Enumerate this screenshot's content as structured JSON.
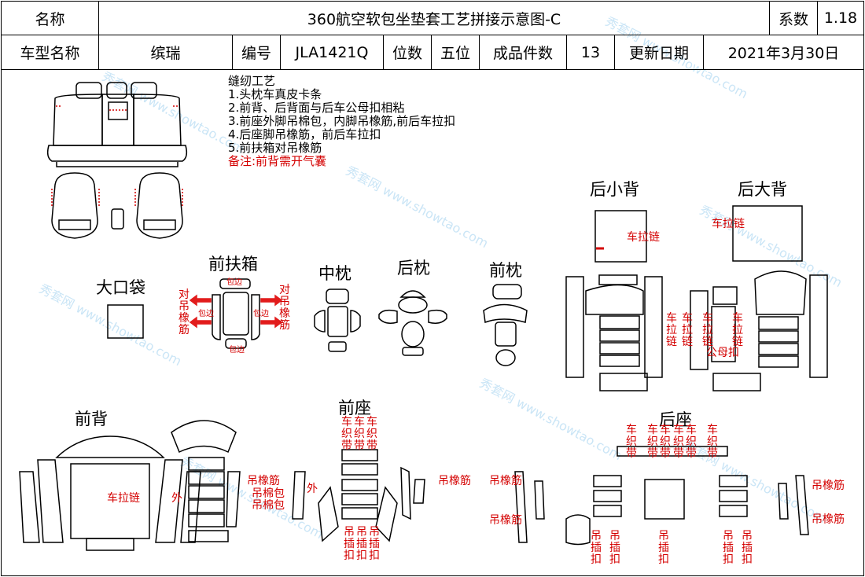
{
  "header": {
    "name_label": "名称",
    "doc_title": "360航空软包坐垫套工艺拼接示意图-C",
    "coef_label": "系数",
    "coef_value": "1.18",
    "model_label": "车型名称",
    "model_value": "缤瑞",
    "code_label": "编号",
    "code_value": "JLA1421Q",
    "seats_label": "位数",
    "seats_value": "五位",
    "pieces_label": "成品件数",
    "pieces_value": "13",
    "date_label": "更新日期",
    "date_value": "2021年3月30日"
  },
  "notes": {
    "title": "缝纫工艺",
    "items": [
      "1.头枕车真皮卡条",
      "2.前背、后背面与后车公母扣相粘",
      "3.前座外脚吊棉包，内脚吊橡筋,前后车拉扣",
      "4.后座脚吊橡筋，前后车拉扣",
      "5.前扶箱对吊橡筋"
    ],
    "remark": "备注:前背需开气囊"
  },
  "labels": {
    "big_pocket": "大口袋",
    "front_armrest": "前扶箱",
    "middle_pillow": "中枕",
    "rear_pillow": "后枕",
    "front_pillow": "前枕",
    "rear_small_back": "后小背",
    "rear_big_back": "后大背",
    "front_back": "前背",
    "front_seat": "前座",
    "rear_seat": "后座"
  },
  "annotations": {
    "dui_diao_xiangjin": "对吊橡筋",
    "bao_bian": "包边",
    "che_la_lian": "车拉链",
    "che_zhi_dai": "车织带",
    "wai": "外",
    "diao_xiangjin": "吊橡筋",
    "diao_mian_bao": "吊棉包",
    "diao_cha_kou": "吊插扣",
    "gong_mu_kou": "公母扣"
  },
  "watermark": "秀套网 www.showtao.com"
}
